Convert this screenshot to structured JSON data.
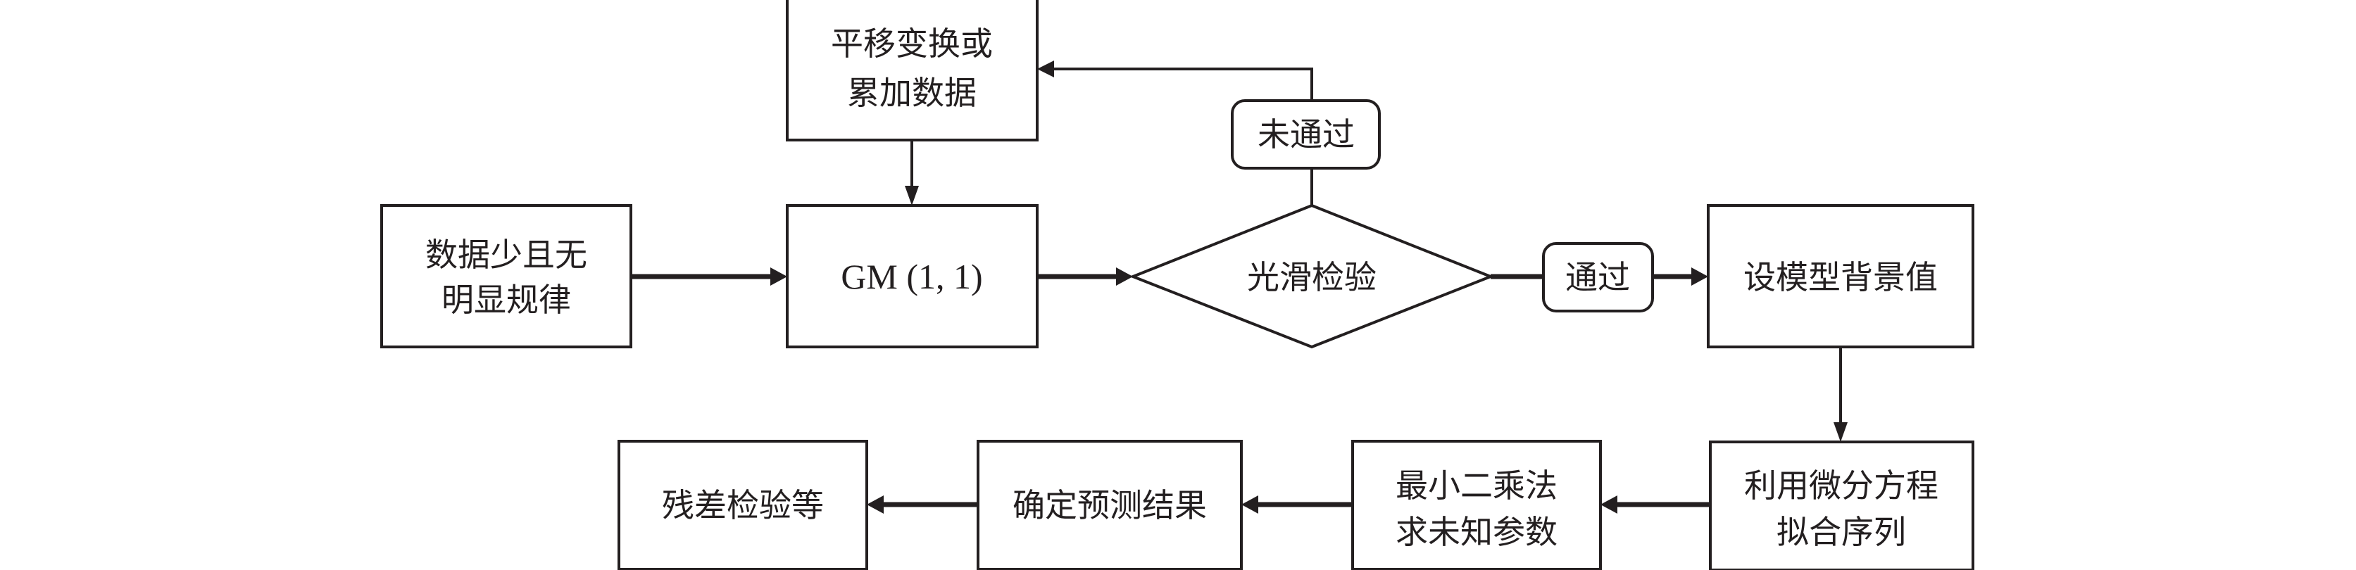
{
  "title": "GM(1,1) grey model flowchart",
  "colors": {
    "stroke": "#231f20",
    "background": "#ffffff"
  },
  "nodes": {
    "input": {
      "lines": [
        "数据少且无",
        "明显规律"
      ],
      "shape": "rectangle"
    },
    "gm": {
      "lines": [
        "GM (1, 1)"
      ],
      "shape": "rectangle"
    },
    "transform": {
      "lines": [
        "平移变换或",
        "累加数据"
      ],
      "shape": "rectangle"
    },
    "smooth_check": {
      "lines": [
        "光滑检验"
      ],
      "shape": "diamond"
    },
    "background": {
      "lines": [
        "设模型背景值"
      ],
      "shape": "rectangle"
    },
    "fit": {
      "lines": [
        "利用微分方程",
        "拟合序列"
      ],
      "shape": "rectangle"
    },
    "least_squares": {
      "lines": [
        "最小二乘法",
        "求未知参数"
      ],
      "shape": "rectangle"
    },
    "predict": {
      "lines": [
        "确定预测结果"
      ],
      "shape": "rectangle"
    },
    "residual": {
      "lines": [
        "残差检验等"
      ],
      "shape": "rectangle"
    }
  },
  "edge_labels": {
    "fail": "未通过",
    "pass": "通过"
  },
  "edges": [
    {
      "from": "input",
      "to": "gm"
    },
    {
      "from": "transform",
      "to": "gm"
    },
    {
      "from": "gm",
      "to": "smooth_check"
    },
    {
      "from": "smooth_check",
      "to": "transform",
      "label": "未通过"
    },
    {
      "from": "smooth_check",
      "to": "background",
      "label": "通过"
    },
    {
      "from": "background",
      "to": "fit"
    },
    {
      "from": "fit",
      "to": "least_squares"
    },
    {
      "from": "least_squares",
      "to": "predict"
    },
    {
      "from": "predict",
      "to": "residual"
    }
  ]
}
